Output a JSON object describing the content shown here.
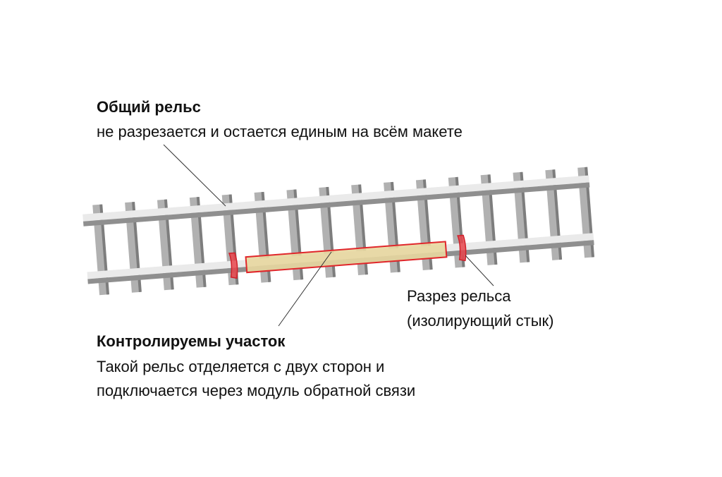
{
  "common_rail": {
    "title": "Общий рельс",
    "description": "не разрезается и остается единым на всём макете"
  },
  "rail_cut": {
    "line1": "Разрез рельса",
    "line2": "(изолирующий стык)"
  },
  "controlled_section": {
    "title": "Контролируемы участок",
    "line1": "Такой рельс отделяется с двух сторон и",
    "line2": "подключается через модуль обратной связи"
  },
  "colors": {
    "highlight_fill": "#e8d7a0",
    "highlight_stroke": "#e0262b",
    "cut_marker": "#e8454c",
    "rail": "#9a9a9a"
  }
}
